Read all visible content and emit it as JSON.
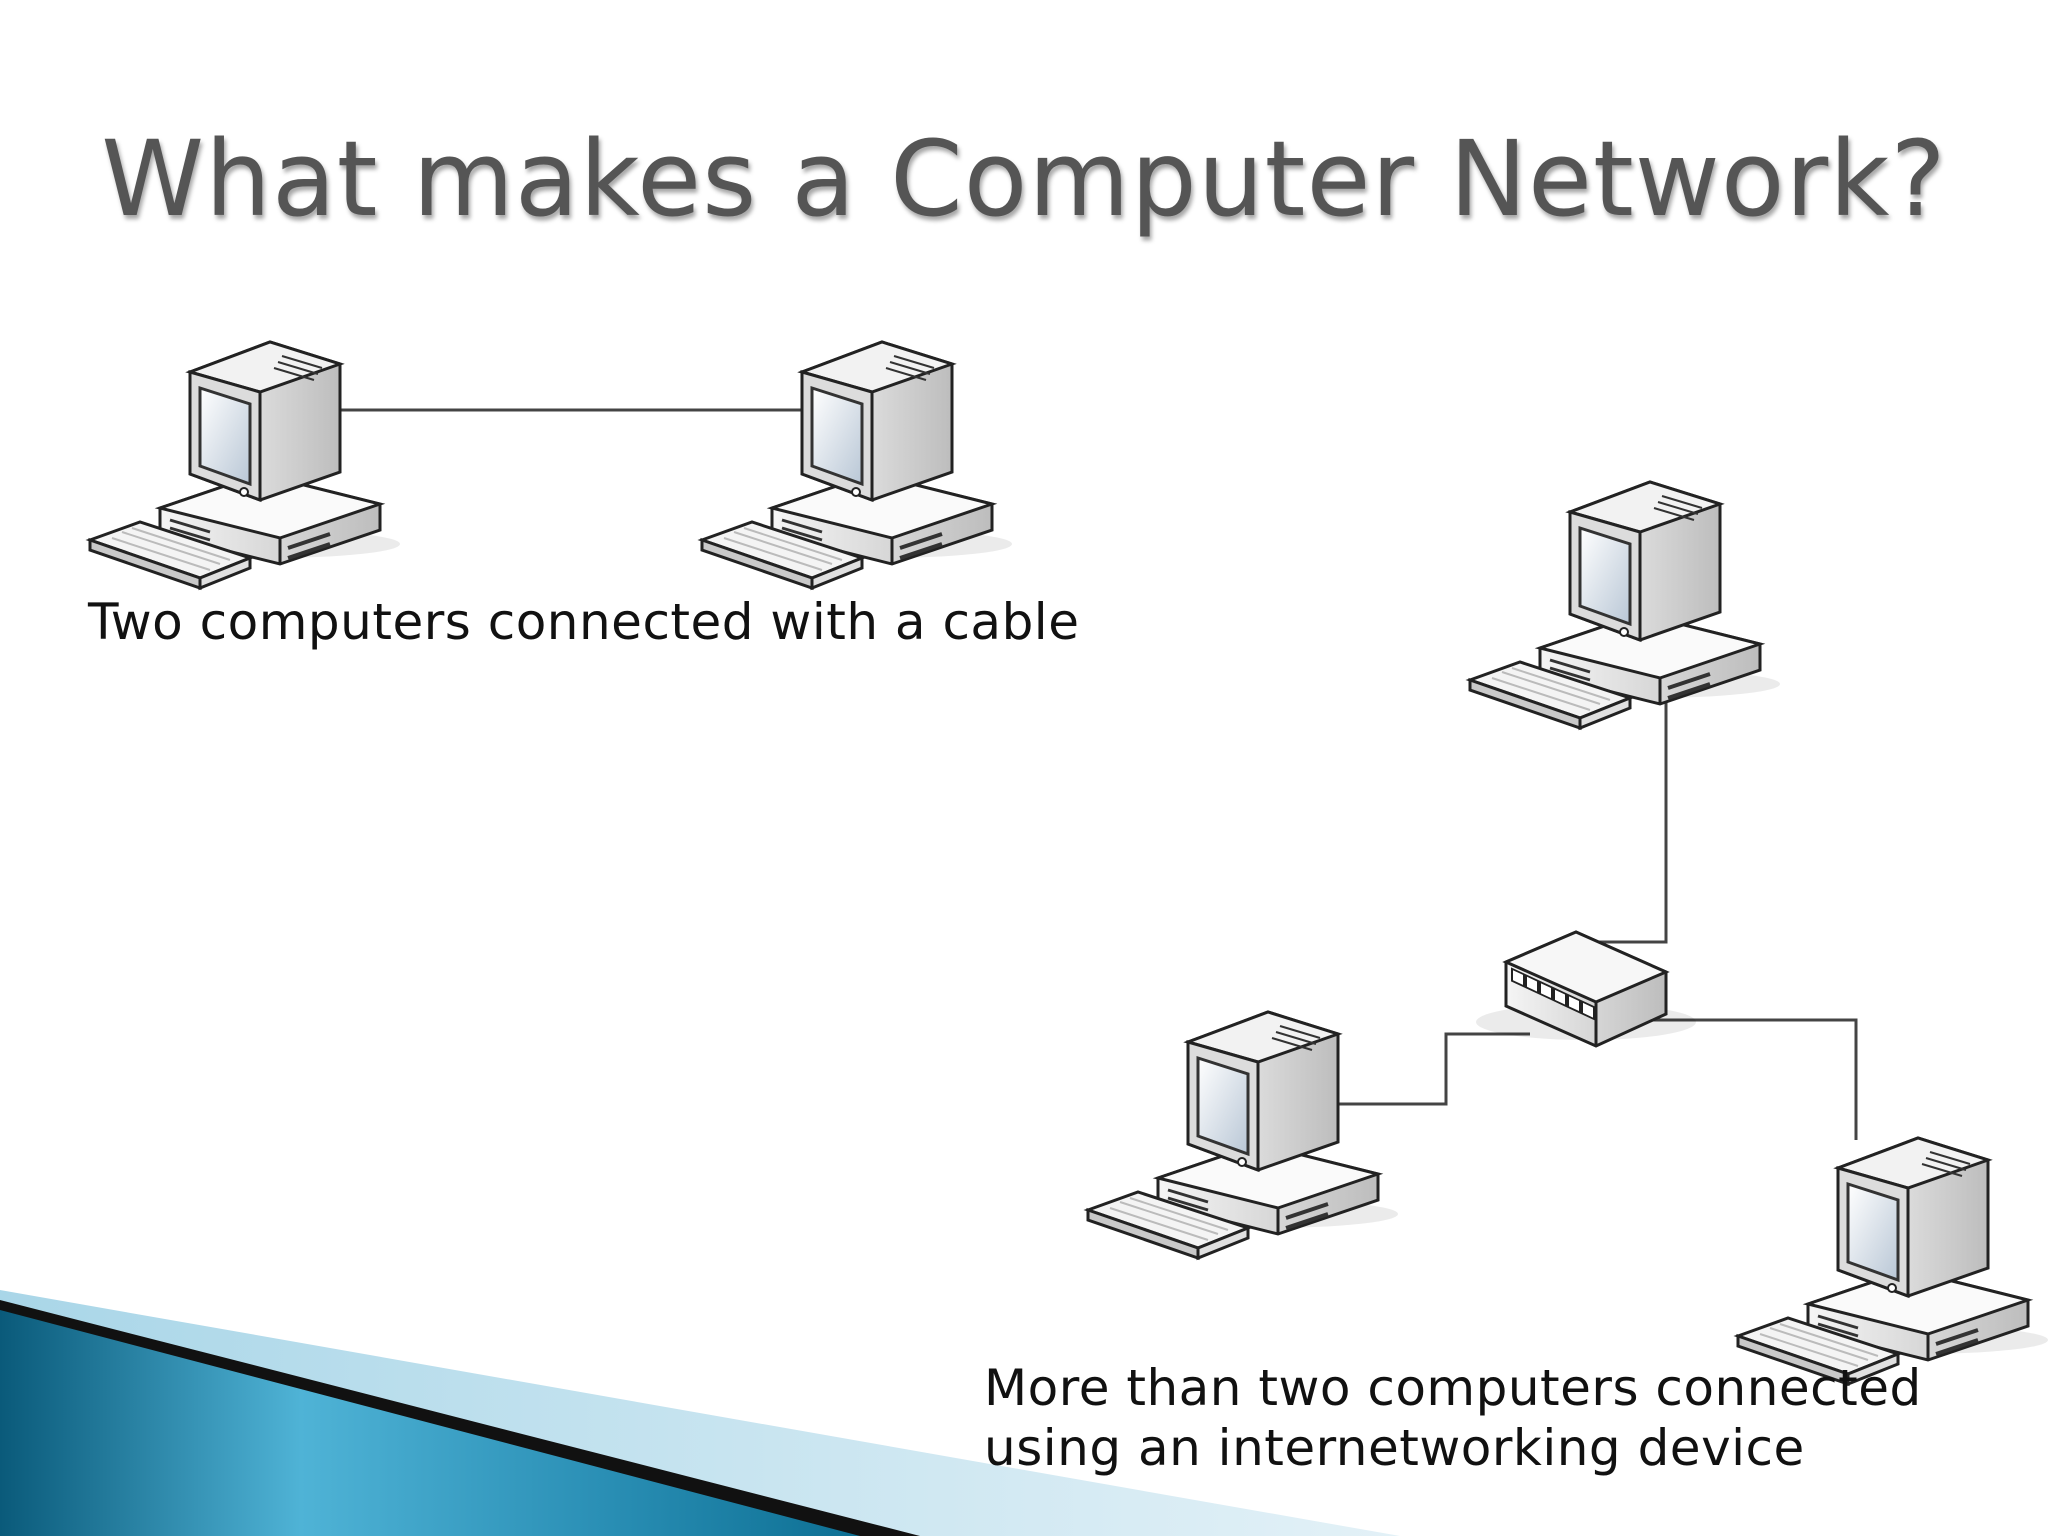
{
  "slide": {
    "title": "What makes a Computer Network?",
    "caption_two_computers": "Two computers connected with a cable",
    "caption_network_line1": "More than two computers connected",
    "caption_network_line2": "using an internetworking device"
  },
  "colors": {
    "title": "#555555",
    "cable": "#444444",
    "accent_dark": "#0a5a7a",
    "accent_light": "#4fb3d6"
  },
  "diagram": {
    "nodes": [
      {
        "id": "pc-a",
        "type": "computer-icon"
      },
      {
        "id": "pc-b",
        "type": "computer-icon"
      },
      {
        "id": "pc-c",
        "type": "computer-icon"
      },
      {
        "id": "pc-d",
        "type": "computer-icon"
      },
      {
        "id": "pc-e",
        "type": "computer-icon"
      },
      {
        "id": "hub",
        "type": "network-switch-icon"
      }
    ],
    "edges": [
      {
        "from": "pc-a",
        "to": "pc-b"
      },
      {
        "from": "pc-c",
        "to": "hub"
      },
      {
        "from": "pc-d",
        "to": "hub"
      },
      {
        "from": "pc-e",
        "to": "hub"
      }
    ]
  }
}
